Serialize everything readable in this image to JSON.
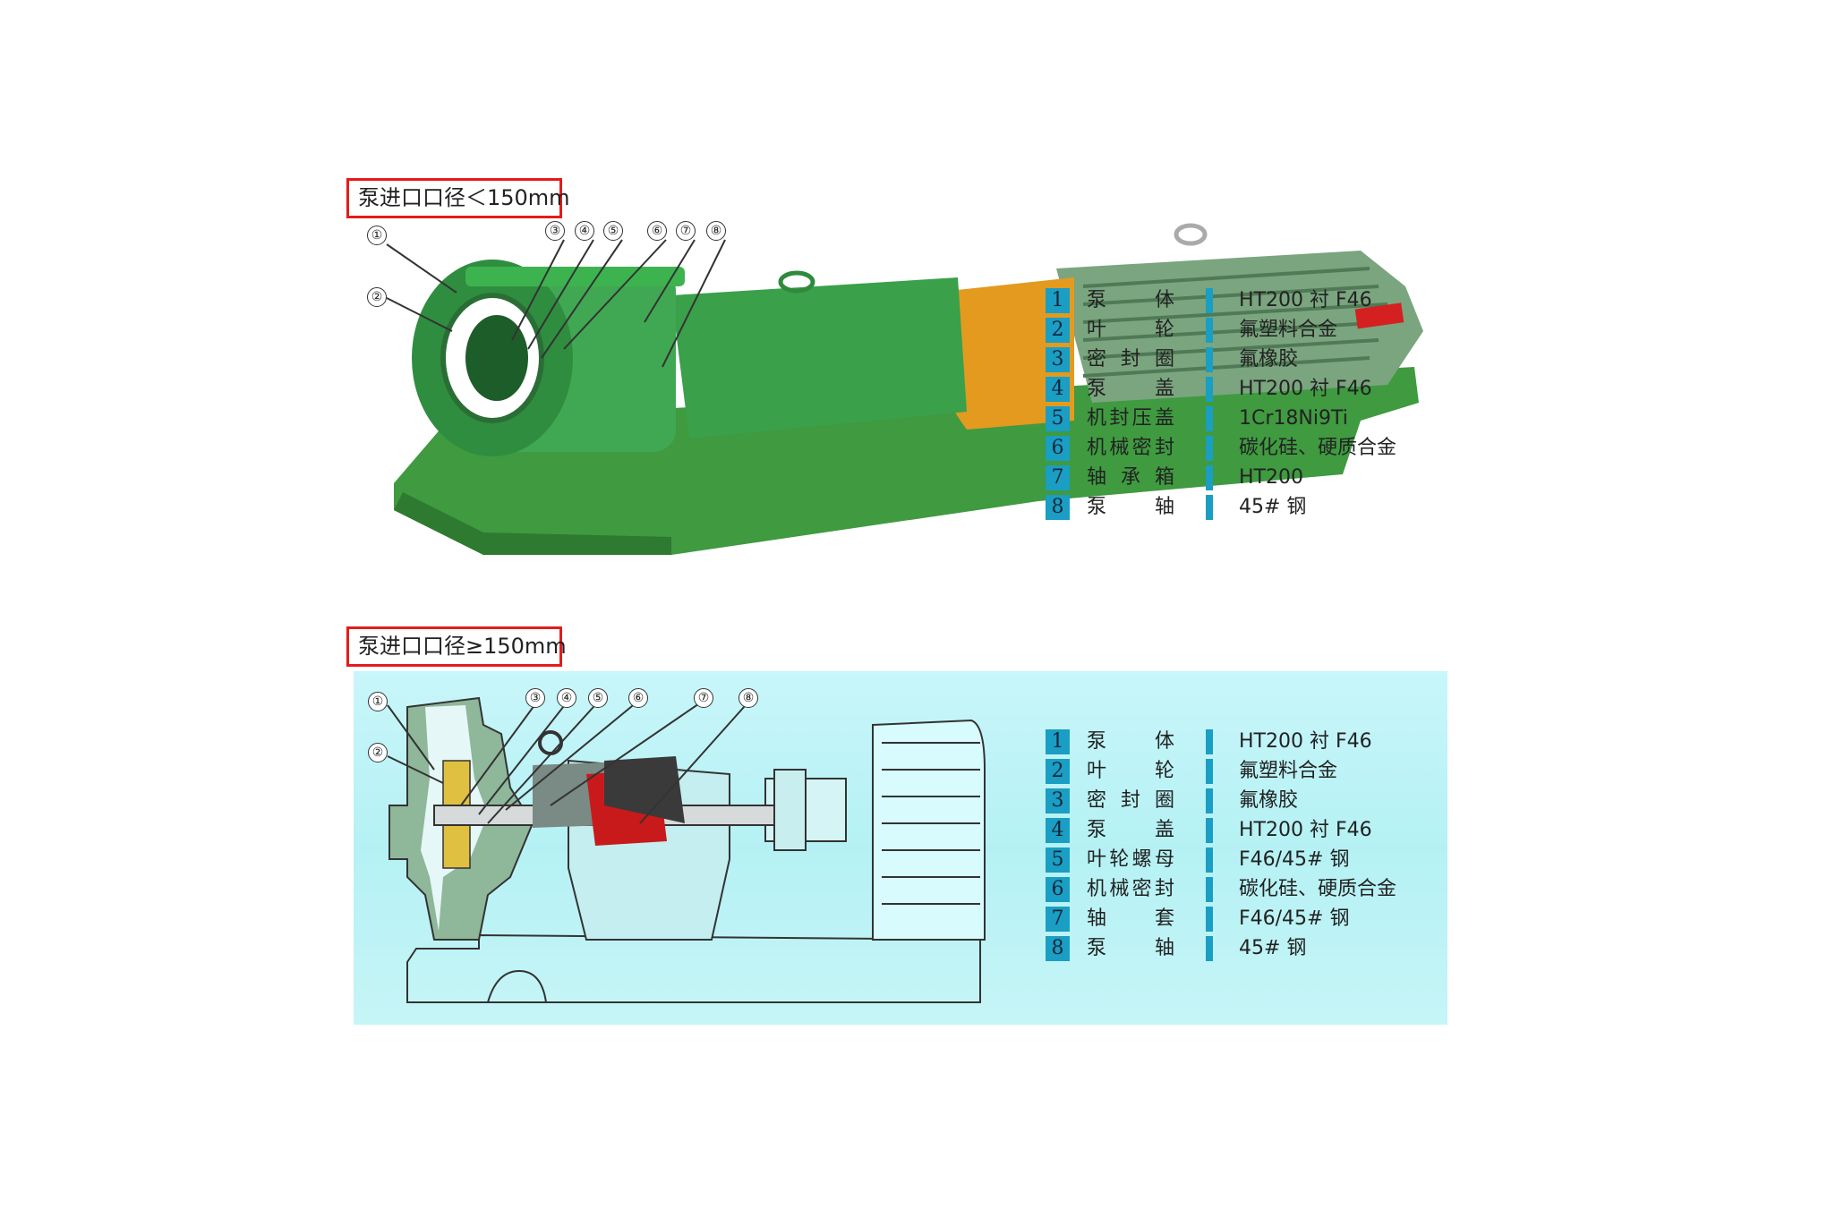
{
  "section_top": {
    "label": "泵进口口径＜150mm",
    "callouts": [
      "①",
      "②",
      "③",
      "④",
      "⑤",
      "⑥",
      "⑦",
      "⑧"
    ],
    "parts": [
      {
        "no": "1",
        "name": "泵体",
        "material": "HT200 衬 F46"
      },
      {
        "no": "2",
        "name": "叶轮",
        "material": "氟塑料合金"
      },
      {
        "no": "3",
        "name": "密封圈",
        "material": "氟橡胶"
      },
      {
        "no": "4",
        "name": "泵盖",
        "material": "HT200 衬 F46"
      },
      {
        "no": "5",
        "name": "机封压盖",
        "material": "1Cr18Ni9Ti"
      },
      {
        "no": "6",
        "name": "机械密封",
        "material": "碳化硅、硬质合金"
      },
      {
        "no": "7",
        "name": "轴承箱",
        "material": "HT200"
      },
      {
        "no": "8",
        "name": "泵轴",
        "material": "45# 钢"
      }
    ]
  },
  "section_bottom": {
    "label": "泵进口口径≥150mm",
    "callouts": [
      "①",
      "②",
      "③",
      "④",
      "⑤",
      "⑥",
      "⑦",
      "⑧"
    ],
    "parts": [
      {
        "no": "1",
        "name": "泵体",
        "material": "HT200 衬 F46"
      },
      {
        "no": "2",
        "name": "叶轮",
        "material": "氟塑料合金"
      },
      {
        "no": "3",
        "name": "密封圈",
        "material": "氟橡胶"
      },
      {
        "no": "4",
        "name": "泵盖",
        "material": "HT200 衬 F46"
      },
      {
        "no": "5",
        "name": "叶轮螺母",
        "material": "F46/45# 钢"
      },
      {
        "no": "6",
        "name": "机械密封",
        "material": "碳化硅、硬质合金"
      },
      {
        "no": "7",
        "name": "轴套",
        "material": "F46/45# 钢"
      },
      {
        "no": "8",
        "name": "泵轴",
        "material": "45# 钢"
      }
    ]
  },
  "colors": {
    "accent": "#1a9ec4",
    "label_border": "#e41b1b",
    "pump_green": "#3c9a4a",
    "panel_bg": "#bff4f7"
  }
}
